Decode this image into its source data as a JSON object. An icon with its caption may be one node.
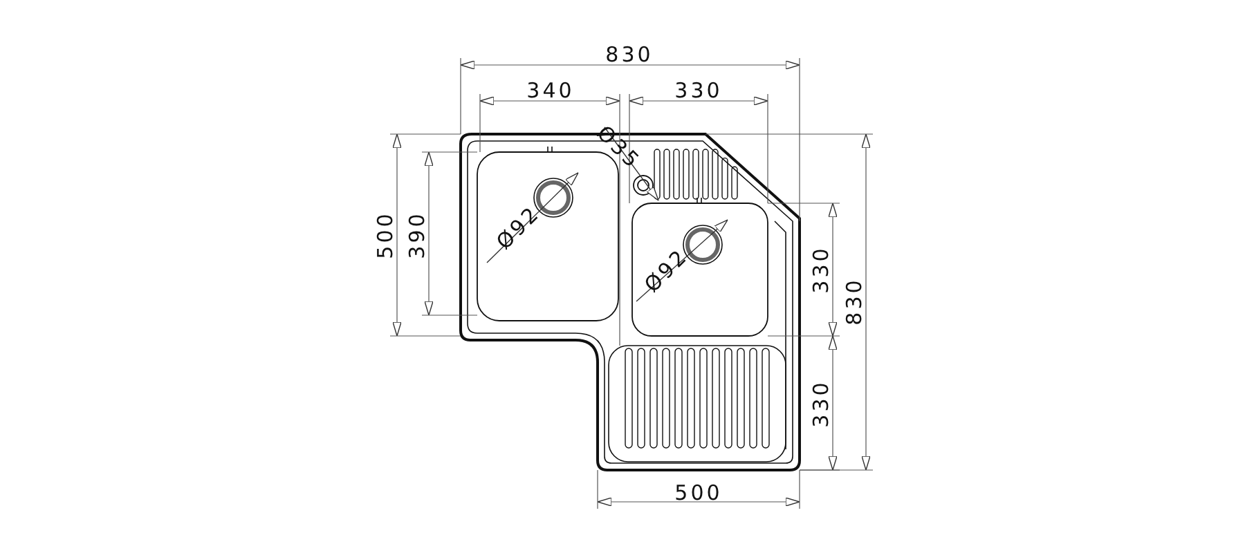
{
  "diagram": {
    "labels": [
      "830",
      "340",
      "330",
      "Ø35",
      "500",
      "390",
      "Ø92",
      "Ø92",
      "330",
      "830",
      "330",
      "500"
    ]
  }
}
